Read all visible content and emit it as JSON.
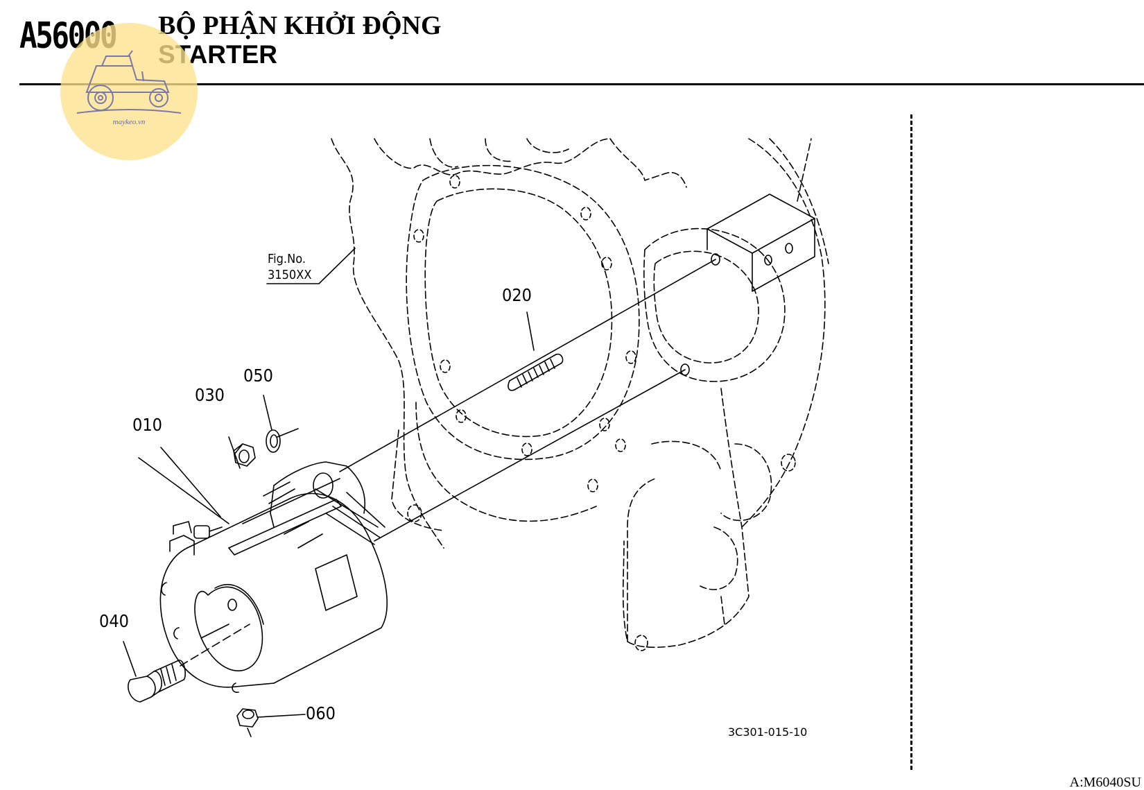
{
  "header": {
    "section_code": "A56000",
    "title_vi": "BỘ PHẬN KHỞI ĐỘNG",
    "title_en": "STARTER"
  },
  "watermark": {
    "text": "maykeo.vn",
    "icon": "tractor-icon",
    "color": "#FDE28C"
  },
  "figure_reference": {
    "line1": "Fig.No.",
    "line2": "3150XX"
  },
  "parts": [
    {
      "number": "010"
    },
    {
      "number": "020"
    },
    {
      "number": "030"
    },
    {
      "number": "040"
    },
    {
      "number": "050"
    },
    {
      "number": "060"
    }
  ],
  "drawing_id": "3C301-015-10",
  "model_code": "A:M6040SU"
}
